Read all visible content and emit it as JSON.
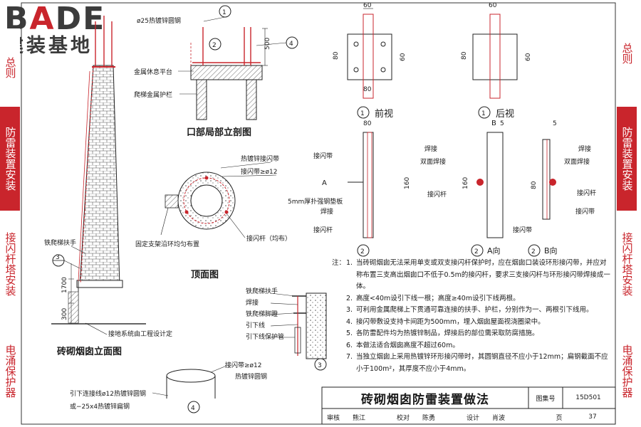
{
  "brand": {
    "name": "BADE",
    "subtitle": "建装基地"
  },
  "sidebar_left": [
    "总则",
    "防雷装置安装",
    "接闪杆塔安装",
    "电涌保护器"
  ],
  "sidebar_right": [
    "总则",
    "防雷装置安装",
    "接闪杆塔安装",
    "电涌保护器"
  ],
  "active_section": "防雷装置安装",
  "labels": {
    "rod_top": "ø25热镀锌圆钢",
    "platform": "金属休息平台",
    "guard": "爬梯金属护栏",
    "dim_500": "500",
    "section_title": "口部局部立剖图",
    "strap": "热镀锌接闪带",
    "strap_spec": "接闪带≥ø12",
    "rod_even": "接闪杆（均布）",
    "bracket": "固定支架沿环均匀布置",
    "top_view_title": "顶面图",
    "ladder_handle": "铁爬梯扶手",
    "ground_design": "接地系统由工程设计定",
    "dim_1700": "1700",
    "dim_300": "300",
    "elev_title": "砖砌烟囱立面图",
    "pipe_detail_1": "铁爬梯扶手",
    "pipe_detail_2": "焊接",
    "pipe_detail_3": "铁爬梯脚蹬",
    "pipe_detail_4": "引下线",
    "pipe_detail_5": "引下线保护管",
    "ring_strap": "接闪带≥ø12",
    "ring_steel": "热镀锌圆钢",
    "downlead": "引下连接线ø12热镀锌圆钢",
    "downlead_alt": "或−25x4热镀锌扁钢",
    "front_view": "前视",
    "rear_view": "后视",
    "dim_60": "60",
    "dim_80": "80",
    "dim_160": "160",
    "dim_5": "5",
    "weld": "焊接",
    "double_weld": "双面焊接",
    "strap_side": "接闪带",
    "pad": "5mm厚扑强钢垫板",
    "rod": "接闪杆",
    "view_a": "A向",
    "view_b": "B向",
    "arrow_a": "A",
    "arrow_b": "B",
    "c1": "1",
    "c2": "2",
    "c3": "3",
    "c4": "4"
  },
  "notes_label": "注：",
  "notes": [
    {
      "num": "1.",
      "text": "当砖砌烟囱无法采用单支或双支接闪杆保护时，应在烟囱口装设环形接闪带，并应对称布置三支高出烟囱口不低于0.5m的接闪杆，要求三支接闪杆与环形接闪带焊接成一体。"
    },
    {
      "num": "2.",
      "text": "高度<40m设引下线一根；高度≥40m设引下线两根。"
    },
    {
      "num": "3.",
      "text": "可利用金属爬梯上下贯通可靠连接的扶手、护栏，分别作为一、两根引下线用。"
    },
    {
      "num": "4.",
      "text": "接闪带敷设支持卡间距为500mm，埋入烟囱屋面视浇圈梁中。"
    },
    {
      "num": "5.",
      "text": "各防雷配件均为热镀锌制品，焊接后的部位需采取防腐措施。"
    },
    {
      "num": "6.",
      "text": "本做法适合烟囱高度不超过60m。"
    },
    {
      "num": "7.",
      "text": "当独立烟囱上采用热镀锌环形接闪带时，其圆钢直径不应小于12mm；扁钢截面不应小于100m²，其厚度不应小于4mm。"
    }
  ],
  "title_block": {
    "title": "砖砌烟囱防雷装置做法",
    "atlas_label": "图集号",
    "atlas_no": "15D501",
    "review_label": "审核",
    "reviewer": "熊江",
    "check_label": "校对",
    "checker": "陈勇",
    "design_label": "设计",
    "designer": "肖波",
    "page_label": "页",
    "page_no": "37"
  }
}
